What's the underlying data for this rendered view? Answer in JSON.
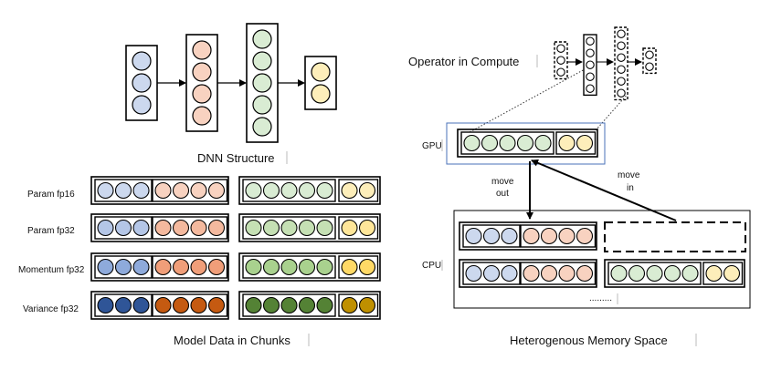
{
  "dnn": {
    "title": "DNN Structure",
    "layers": [
      {
        "count": 3,
        "color": "#ccd8ee"
      },
      {
        "count": 4,
        "color": "#f8d2c0"
      },
      {
        "count": 5,
        "color": "#d9ecd3"
      },
      {
        "count": 2,
        "color": "#fdeeba"
      }
    ]
  },
  "chunks": {
    "title": "Model Data in Chunks",
    "rows": [
      {
        "label": "Param fp16",
        "blue": "#ccd8ee",
        "orange": "#f8d2c0",
        "green": "#d9ecd3",
        "yellow": "#fdeeba"
      },
      {
        "label": "Param fp32",
        "blue": "#b4c6e7",
        "orange": "#f4b99e",
        "green": "#c5e0b4",
        "yellow": "#ffe699"
      },
      {
        "label": "Momentum fp32",
        "blue": "#8eaadb",
        "orange": "#f09e79",
        "green": "#a9d18e",
        "yellow": "#ffd966"
      },
      {
        "label": "Variance fp32",
        "blue": "#2f5597",
        "orange": "#c55a11",
        "green": "#548235",
        "yellow": "#bf9000"
      }
    ]
  },
  "memory": {
    "title": "Heterogenous Memory Space",
    "operator_label": "Operator in Compute",
    "gpu_label": "GPU",
    "cpu_label": "CPU",
    "move_out_line1": "move",
    "move_out_line2": "out",
    "move_in_line1": "move",
    "move_in_line2": "in",
    "ellipsis": ".........",
    "colors": {
      "blue": "#ccd8ee",
      "orange": "#f8d2c0",
      "green": "#d9ecd3",
      "yellow": "#fdeeba"
    }
  }
}
